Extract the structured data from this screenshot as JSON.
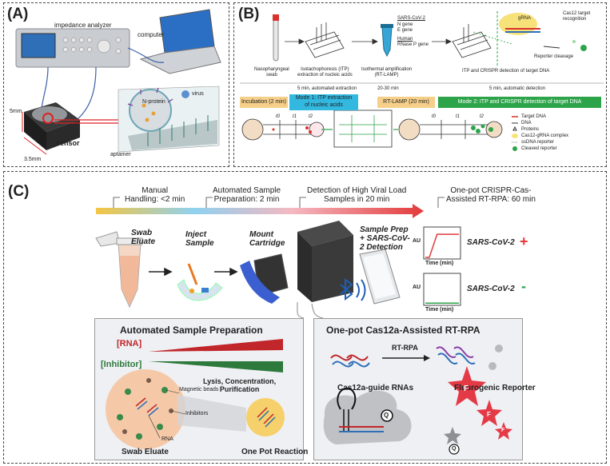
{
  "panelA": {
    "label": "(A)",
    "impedance_analyzer": "impedance analyzer",
    "computer": "computer",
    "virus": "virus",
    "n_protein": "N-protein",
    "sensor": "sensor",
    "aptamer": "aptamer",
    "dim_5mm": "5mm",
    "dim_35mm": "3.5mm"
  },
  "panelB": {
    "label": "(B)",
    "steps": [
      {
        "name": "Nasopharyngeal\nswab"
      },
      {
        "name": "Isotachophoresis (ITP)\nextraction of nucleic acids"
      },
      {
        "name": "Isothermal amplification\n(RT-LAMP)"
      },
      {
        "name": "ITP and CRISPR detection of target DNA"
      }
    ],
    "targets_title": "SARS-CoV-2",
    "targets": [
      "N gene",
      "E gene"
    ],
    "human_title": "Human",
    "human_gene": "RNase P gene",
    "gRNA": "gRNA",
    "cas12_recognition": "Cas12 target\nrecognition",
    "reporter_cleavage": "Reporter cleavage",
    "times": [
      "5 min, automated extraction",
      "20-30 min",
      "5 min, automatic detection"
    ],
    "timeline": [
      {
        "label": "Incubation (2 min)",
        "color": "#f6d08a"
      },
      {
        "label": "Mode 1: ITP extraction\nof nucleic acids",
        "color": "#33b8e0"
      },
      {
        "label": "RT-LAMP (20 min)",
        "color": "#f6d08a"
      },
      {
        "label": "Mode 2: ITP and CRISPR detection of target DNA",
        "color": "#2ea44a"
      }
    ],
    "legend": [
      "Target DNA",
      "DNA",
      "Proteins",
      "Cas12-gRNA complex",
      "ssDNA reporter",
      "Cleaved reporter"
    ],
    "t0": "t0",
    "t1": "t1",
    "t2": "t2"
  },
  "panelC": {
    "label": "(C)",
    "timeline": [
      "Manual\nHandling: <2 min",
      "Automated Sample\nPreparation: 2 min",
      "Detection of High Viral Load\nSamples in 20 min",
      "One-pot CRISPR-Cas-\nAssisted RT-RPA: 60 min"
    ],
    "flow": {
      "swab_eluate": "Swab\nEluate",
      "inject_sample": "Inject\nSample",
      "mount_cartridge": "Mount\nCartridge",
      "sample_prep": "Sample Prep\n+ SARS-CoV-\n2 Detection"
    },
    "plots": [
      {
        "ylabel": "AU",
        "xlabel": "Time (min)",
        "label": "SARS-CoV-2",
        "sign": "+",
        "sign_color": "#e23a3a",
        "curve": [
          [
            0,
            0
          ],
          [
            0.12,
            0
          ],
          [
            0.35,
            0.85
          ],
          [
            1,
            0.85
          ]
        ]
      },
      {
        "ylabel": "AU",
        "xlabel": "Time (min)",
        "label": "SARS-CoV-2",
        "sign": "-",
        "sign_color": "#2ea44a",
        "curve": [
          [
            0,
            0.02
          ],
          [
            1,
            0.02
          ]
        ]
      }
    ],
    "prep_box": {
      "title": "Automated Sample Preparation",
      "rna": "[RNA]",
      "inhibitor": "[Inhibitor]",
      "lysis": "Lysis, Concentration,\nPurification",
      "magnetic_beads": "Magnetic beads",
      "inhibitors": "Inhibitors",
      "rna_label": "RNA",
      "swab_eluate": "Swab Eluate",
      "one_pot": "One Pot Reaction"
    },
    "rpa_box": {
      "title": "One-pot Cas12a-Assisted RT-RPA",
      "rt_rpa": "RT-RPA",
      "guide": "Cas12a-guide RNAs",
      "reporter": "Fluorogenic Reporter",
      "q": "Q",
      "f": "F"
    }
  },
  "colors": {
    "red": "#d9312b",
    "green": "#2ea44a",
    "cyan": "#33b8e0",
    "orange": "#f6d08a"
  }
}
